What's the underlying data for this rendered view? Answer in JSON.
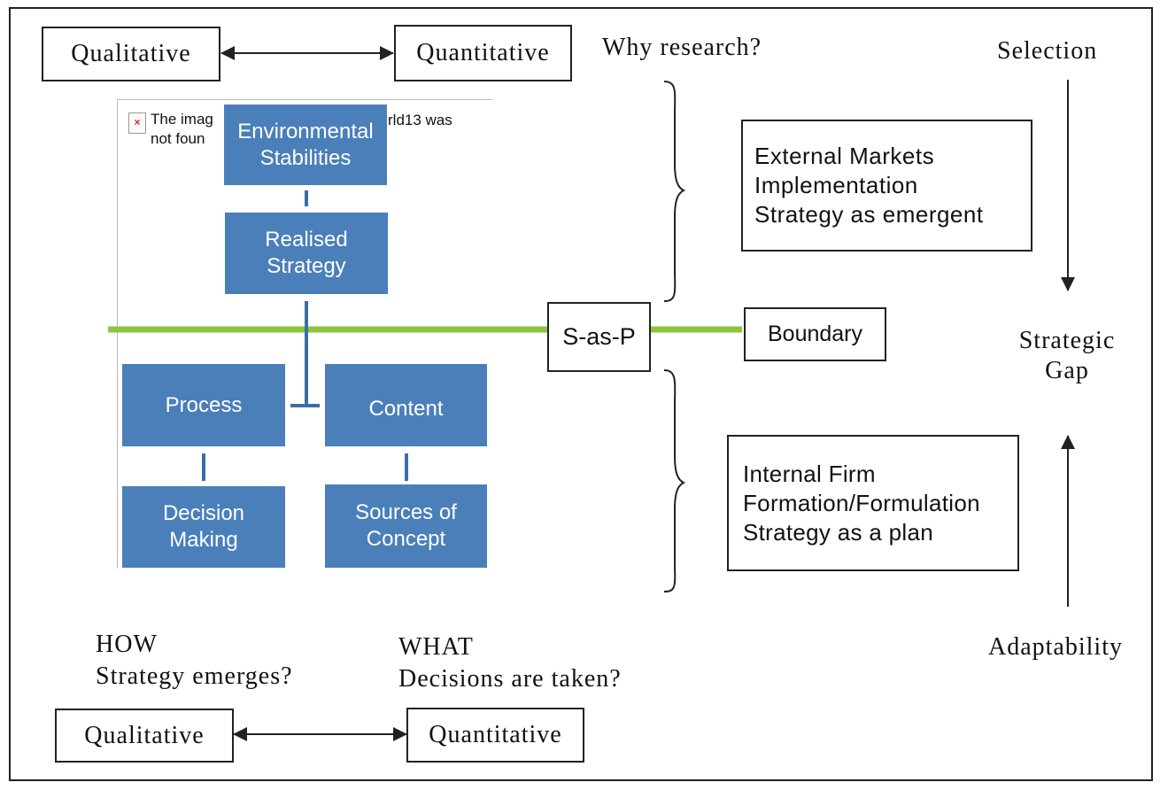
{
  "top": {
    "left_box": "Qualitative",
    "right_box": "Quantitative"
  },
  "bottom": {
    "left_box": "Qualitative",
    "right_box": "Quantitative"
  },
  "why_research": "Why research?",
  "selection": "Selection",
  "strategic_gap": "Strategic\nGap",
  "adaptability": "Adaptability",
  "broken_image_text": "The imag\nnot foun",
  "broken_image_text_right": "rld13 was",
  "blue_boxes": {
    "environmental": "Environmental\nStabilities",
    "realised": "Realised\nStrategy",
    "process": "Process",
    "content": "Content",
    "decision": "Decision\nMaking",
    "sources": "Sources of\nConcept"
  },
  "center_box": "S-as-P",
  "boundary_box": "Boundary",
  "upper_box": "External Markets\nImplementation\nStrategy as emergent",
  "lower_box": "Internal Firm\nFormation/Formulation\nStrategy as a plan",
  "how_label": "HOW\nStrategy emerges?",
  "what_label": "WHAT\nDecisions are taken?",
  "colors": {
    "blue": "#4a7fba",
    "green": "#8cc63f",
    "line": "#222222"
  }
}
